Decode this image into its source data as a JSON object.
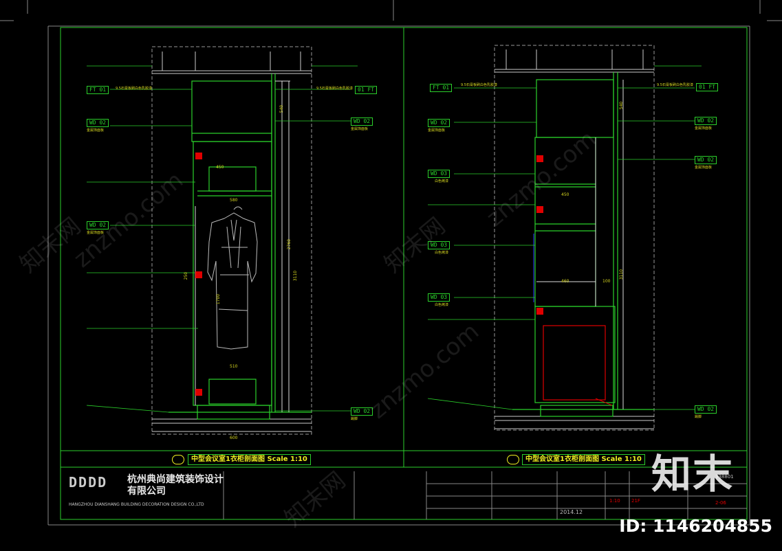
{
  "title_block": {
    "company_cn": "杭州典尚建筑装饰设计有限公司",
    "company_en": "HANGZHOU DIANSHANG  BUILDING DECORATION DESIGN CO.,LTD",
    "logo_text": "DDDD",
    "date": "2014.12",
    "scale_text": "1:10",
    "sheet_no": "338801",
    "code": "21F",
    "sheet_ref": "2-06"
  },
  "views": [
    {
      "title": "中型会议室1衣柜剖面图 Scale 1:10",
      "labels_left": [
        {
          "tag": "FT  01",
          "note": "9.5石膏板刷白色乳胶漆"
        },
        {
          "tag": "WD  02",
          "note": "金属饰面板"
        },
        {
          "tag": "WD  02",
          "note": "金属饰面板"
        }
      ],
      "labels_right": [
        {
          "tag": "01  FT",
          "note": "9.5石膏板刷白色乳胶漆"
        },
        {
          "tag": "WD  02",
          "note": "金属饰面板"
        },
        {
          "tag": "WD  02",
          "note": "踢脚"
        }
      ],
      "dims": [
        "540",
        "450",
        "2760",
        "3110",
        "250",
        "1700",
        "510",
        "580",
        "600"
      ]
    },
    {
      "title": "中型会议室1衣柜剖面图 Scale 1:10",
      "labels_left": [
        {
          "tag": "FT  01",
          "note": "9.5石膏板刷白色乳胶漆"
        },
        {
          "tag": "WD  02",
          "note": "金属饰面板"
        },
        {
          "tag": "WD  03",
          "note": "白色烤漆"
        },
        {
          "tag": "WD  03",
          "note": "白色烤漆"
        },
        {
          "tag": "WD  03",
          "note": "白色烤漆"
        }
      ],
      "labels_right": [
        {
          "tag": "01  FT",
          "note": "9.5石膏板刷白色乳胶漆"
        },
        {
          "tag": "WD  02",
          "note": "金属饰面板"
        },
        {
          "tag": "WD  02",
          "note": "金属饰面板"
        },
        {
          "tag": "WD  02",
          "note": "踢脚"
        }
      ],
      "dims": [
        "540",
        "450",
        "3110",
        "460",
        "100"
      ]
    }
  ],
  "watermark": {
    "brand": "知末",
    "site": "znzmo.com",
    "site_cn": "知末网",
    "id": "ID: 1146204855"
  }
}
